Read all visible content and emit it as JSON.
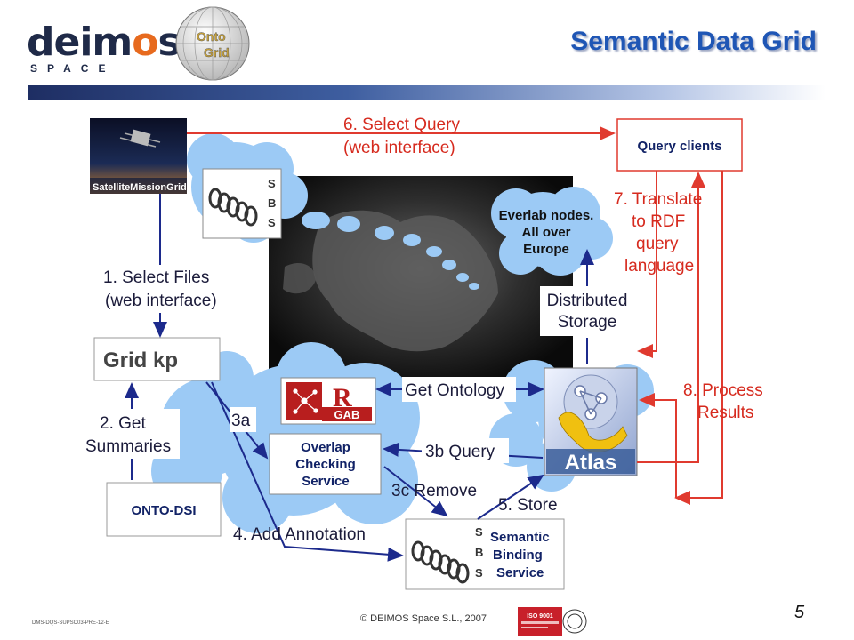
{
  "header": {
    "logo_text": "deimos",
    "logo_sub": "SPACE",
    "onto_logo_line1": "Onto",
    "onto_logo_line2": "Grid",
    "title": "Semantic Data Grid"
  },
  "diagram": {
    "satellite_label": "SatelliteMissionGrid",
    "sbs_letters": "SBS",
    "nodes": {
      "query_clients": "Query clients",
      "everlab": [
        "Everlab nodes.",
        "All over",
        "Europe"
      ],
      "distributed_storage": [
        "Distributed",
        "Storage"
      ],
      "gridkp": "Grid kp",
      "rgab_r": "R",
      "rgab_gab": "GAB",
      "overlap": [
        "Overlap",
        "Checking",
        "Service"
      ],
      "onto_dsi": "ONTO-DSI",
      "atlas": "Atlas",
      "semantic_binding": [
        "Semantic",
        "Binding",
        "Service"
      ]
    },
    "steps": {
      "s6": [
        "6. Select Query",
        "(web interface)"
      ],
      "s7": [
        "7. Translate",
        "to RDF",
        "query",
        "language"
      ],
      "s1": [
        "1. Select Files",
        "(web interface)"
      ],
      "s2": [
        "2. Get",
        "Summaries"
      ],
      "s3a": "3a",
      "get_ontology": "Get Ontology",
      "s3b": "3b Query",
      "s3c": "3c Remove",
      "s5": "5. Store",
      "s4": "4. Add Annotation",
      "s8": [
        "8. Process",
        "Results"
      ]
    }
  },
  "footer": {
    "doc_id": "DMS-DQS-SUPSC03-PRE-12-E",
    "copyright": "© DEIMOS Space S.L., 2007",
    "cert_text": "ISO 9001",
    "page_number": "5"
  },
  "colors": {
    "arrow_red": "#e03a2f",
    "arrow_blue": "#1c2a8c",
    "cloud": "#99ccff",
    "title": "#1f56b5"
  }
}
